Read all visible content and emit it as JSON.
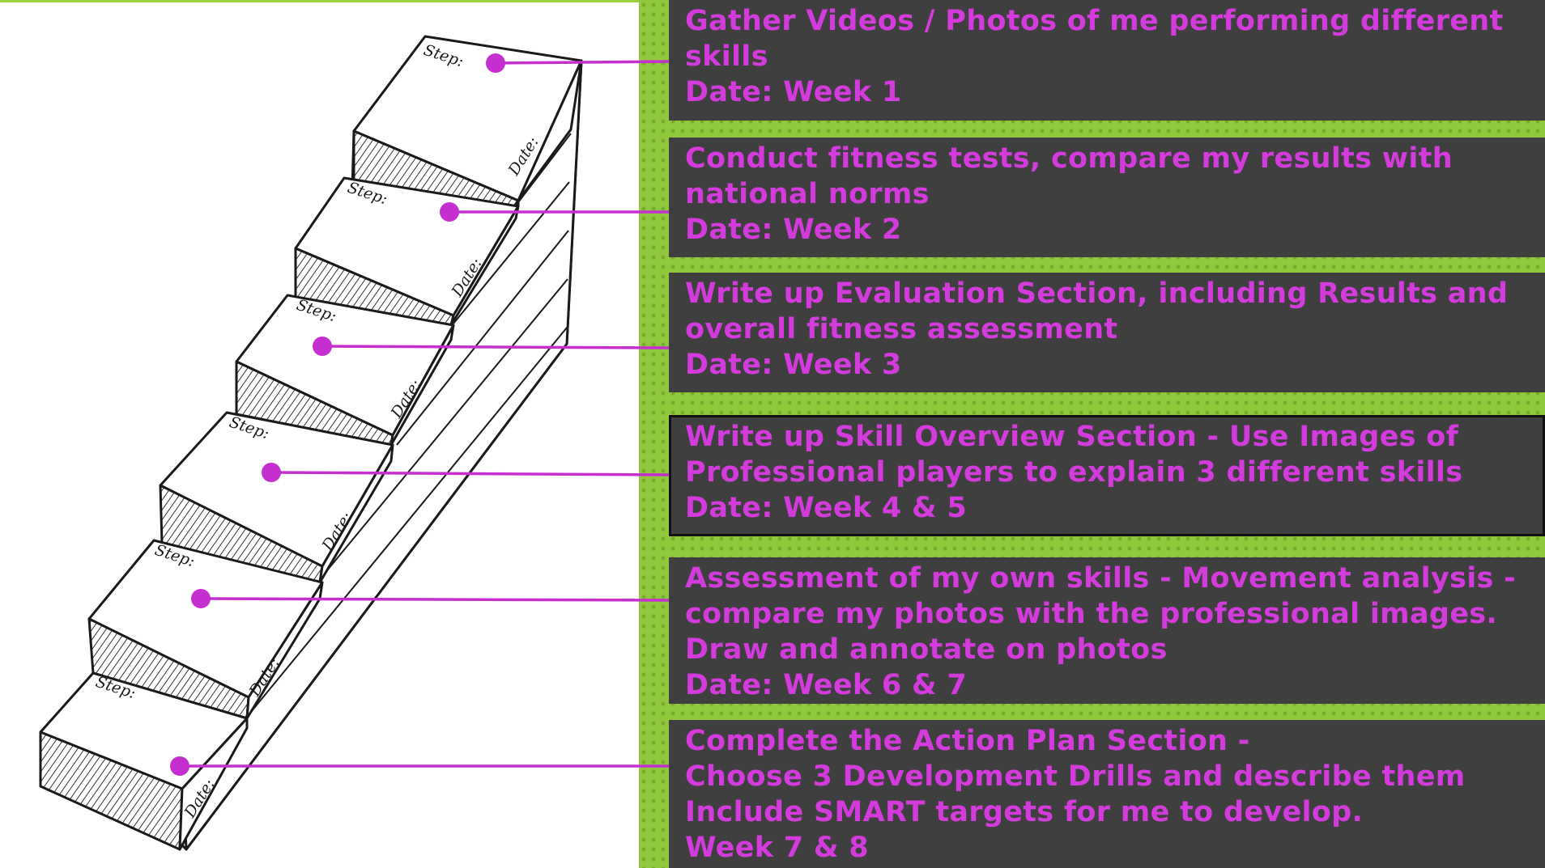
{
  "colors": {
    "accent": "#c52fd0",
    "panel_green": "#92c83e",
    "box_bg": "#3f3f3f"
  },
  "stairs": {
    "step_label": "Step:",
    "date_label": "Date:"
  },
  "steps": [
    {
      "lines": [
        "Gather Videos / Photos of me performing different",
        "skills",
        "Date: Week 1"
      ]
    },
    {
      "lines": [
        "Conduct fitness tests, compare my results with",
        "national norms",
        "Date: Week 2"
      ]
    },
    {
      "lines": [
        "Write up Evaluation Section, including Results and",
        "overall fitness assessment",
        "Date: Week 3"
      ]
    },
    {
      "lines": [
        "Write up Skill Overview Section - Use Images of",
        "Professional players to explain 3 different skills",
        "Date: Week 4 & 5"
      ]
    },
    {
      "lines": [
        "Assessment of my own skills - Movement analysis -",
        "compare my photos with the professional images.",
        "Draw and annotate on photos",
        "Date: Week 6 & 7"
      ]
    },
    {
      "lines": [
        "Complete the Action Plan Section -",
        "Choose 3 Development Drills and describe them",
        "Include SMART targets for me to develop.",
        "Week 7 & 8"
      ]
    }
  ]
}
